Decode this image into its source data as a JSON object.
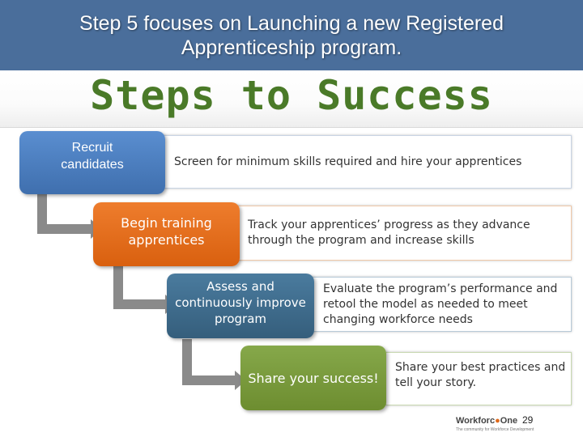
{
  "slide": {
    "title": "Step 5 focuses on Launching a new Registered Apprenticeship program.",
    "subtitle": "Steps to Success",
    "steps": [
      {
        "label": "Recruit candidates",
        "description": "Screen for minimum skills required and hire your apprentices",
        "color": "#4a7ec2"
      },
      {
        "label": "Begin training apprentices",
        "description": "Track your apprentices’ progress as they advance through the program and increase skills",
        "color": "#e36c1d"
      },
      {
        "label": "Assess and continuously improve program",
        "description": "Evaluate the program’s performance and retool the model as needed to meet changing workforce needs",
        "color": "#3d6c8c"
      },
      {
        "label": "Share your success!",
        "description": "Share your best practices and tell your story.",
        "color": "#7a9a3a"
      }
    ],
    "footer": {
      "logo_part1": "Workforc",
      "logo_icon": "●",
      "logo_part2": "One",
      "logo_tagline": "The community for Workforce Development",
      "page_number": "29"
    }
  }
}
